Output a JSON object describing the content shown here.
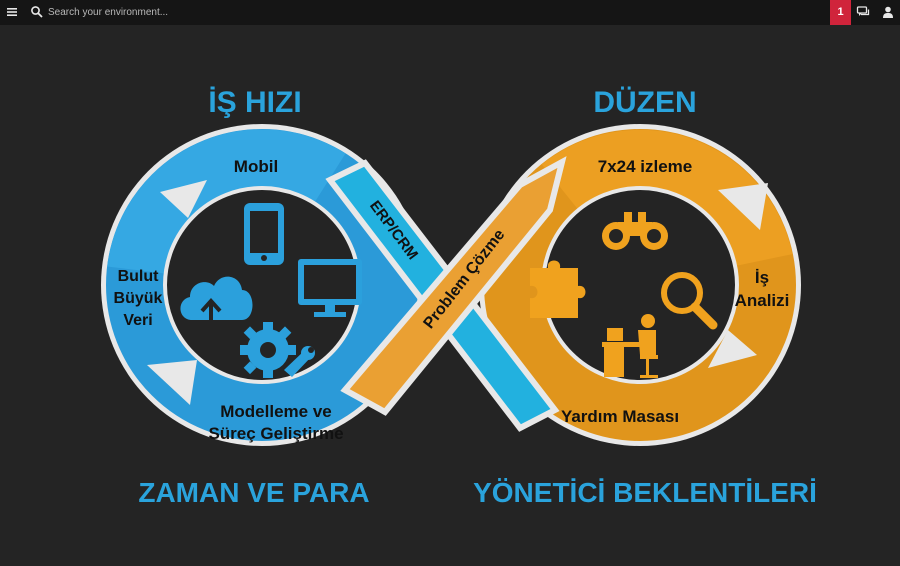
{
  "topbar": {
    "search": {
      "placeholder": "Search your environment..."
    },
    "notification_count": "1",
    "icons": [
      "menu-icon",
      "search-icon",
      "chat-icon",
      "user-icon"
    ]
  },
  "colors": {
    "background": "#242424",
    "topbar": "#151515",
    "blue": "#2b9ad8",
    "light_blue": "#22b1df",
    "orange": "#e0951c",
    "notification": "#d0243b",
    "headings": "#2aa3dc",
    "icons": "#2ba0dc",
    "orange_icons": "#f0a21e"
  },
  "diagram": {
    "headings": {
      "top_left": "İŞ HIZI",
      "top_right": "DÜZEN",
      "bottom_left": "ZAMAN VE PARA",
      "bottom_right": "YÖNETİCİ BEKLENTİLERİ"
    },
    "left_loop": {
      "mobil": "Mobil",
      "bulut": [
        "Bulut",
        "Büyük",
        "Veri"
      ],
      "modelleme": [
        "Modelleme ve",
        "Süreç Geliştirme"
      ],
      "erp": "ERP/CRM",
      "icons": [
        "mobile-phone-icon",
        "monitor-icon",
        "cloud-upload-icon",
        "gear-wrench-icon"
      ]
    },
    "right_loop": {
      "izleme": "7x24 izleme",
      "analiz": [
        "İş",
        "Analizi"
      ],
      "yardim": "Yardım Masası",
      "problem": "Problem Çözme",
      "icons": [
        "binoculars-icon",
        "puzzle-icon",
        "magnifier-icon",
        "desk-worker-icon"
      ]
    }
  }
}
